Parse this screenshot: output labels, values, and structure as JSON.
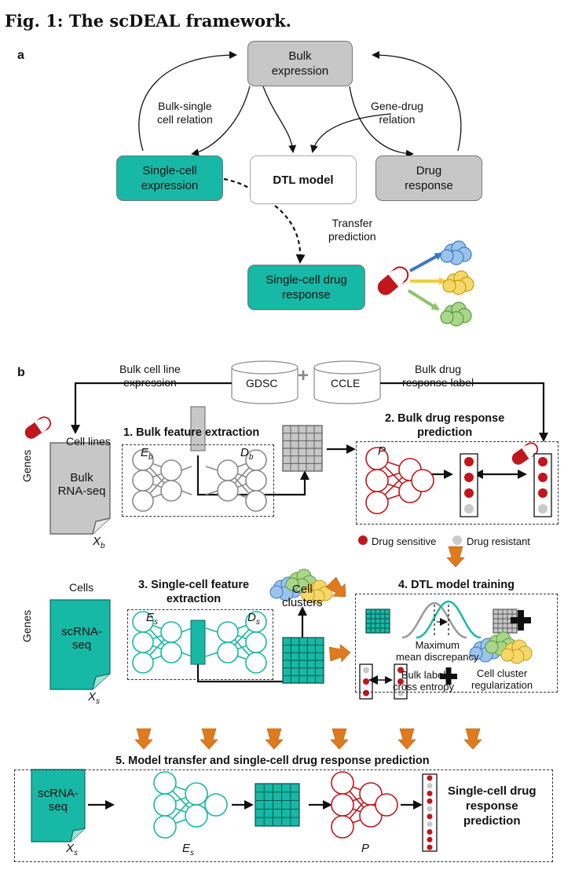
{
  "figure_title": "Fig. 1: The scDEAL framework.",
  "panel_a": {
    "label": "a",
    "bulk_expression": "Bulk\nexpression",
    "single_cell_expression": "Single-cell\nexpression",
    "dtl_model": "DTL model",
    "drug_response": "Drug\nresponse",
    "single_cell_drug_response": "Single-cell drug\nresponse",
    "bulk_single_relation": "Bulk-single\ncell relation",
    "gene_drug_relation": "Gene-drug\nrelation",
    "transfer_prediction": "Transfer\nprediction"
  },
  "panel_b": {
    "label": "b",
    "bulk_cell_line_expression": "Bulk cell line\nexpression",
    "gdsc": "GDSC",
    "plus": "+",
    "ccle": "CCLE",
    "bulk_drug_response_label": "Bulk drug\nresponse label",
    "step1": "1. Bulk feature extraction",
    "step2": "2. Bulk drug response\nprediction",
    "step3": "3. Single-cell feature\nextraction",
    "step4": "4. DTL model training",
    "step5": "5. Model transfer and single-cell drug response prediction",
    "cell_lines": "Cell lines",
    "genes": "Genes",
    "bulk_rnaseq": "Bulk\nRNA-seq",
    "xb": "X",
    "xb_sub": "b",
    "eb": "E",
    "eb_sub": "b",
    "db": "D",
    "db_sub": "b",
    "p": "P",
    "drug_sensitive": "Drug sensitive",
    "drug_resistant": "Drug resistant",
    "cells": "Cells",
    "scrnaseq": "scRNA-\nseq",
    "xs": "X",
    "xs_sub": "s",
    "es": "E",
    "es_sub": "s",
    "ds": "D",
    "ds_sub": "s",
    "cell_clusters": "Cell\nclusters",
    "mmd": "Maximum\nmean discrepancy",
    "bulk_label_ce": "Bulk label\ncross entropy",
    "cell_cluster_reg": "Cell cluster\nregularization",
    "sc_prediction": "Single-cell drug\nresponse\nprediction"
  },
  "colors": {
    "teal": "#17b8a6",
    "gray": "#c7c7c7",
    "red": "#c0161c",
    "orange": "#e07a1f",
    "blue_arrow": "#3a78c8",
    "yellow_arrow": "#f2cb3a",
    "green_arrow": "#8cc56a"
  }
}
